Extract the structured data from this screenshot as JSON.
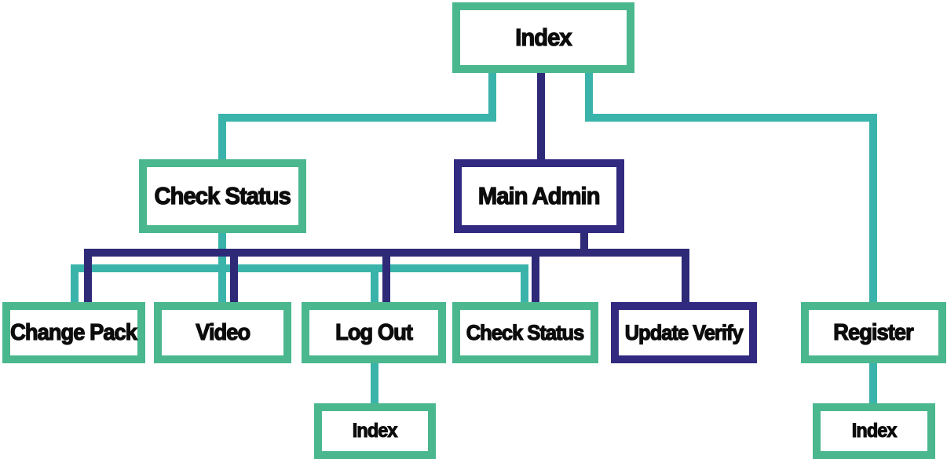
{
  "diagram": {
    "type": "sitemap-flowchart",
    "background": "#ffffff",
    "colors": {
      "teal_box_border": "#4ab78f",
      "teal_connector": "#3ab4aa",
      "navy_box_border": "#312a80",
      "navy_connector": "#2e2a78",
      "label_text": "#0c0c0c"
    },
    "nodes": {
      "index_top": {
        "label": "Index",
        "variant": "teal"
      },
      "check_status_1": {
        "label": "Check Status",
        "variant": "teal"
      },
      "main_admin": {
        "label": "Main Admin",
        "variant": "navy"
      },
      "change_pack": {
        "label": "Change Pack",
        "variant": "teal"
      },
      "video": {
        "label": "Video",
        "variant": "teal"
      },
      "log_out": {
        "label": "Log Out",
        "variant": "teal"
      },
      "check_status_2": {
        "label": "Check Status",
        "variant": "teal"
      },
      "update_verify": {
        "label": "Update Verify",
        "variant": "navy"
      },
      "register": {
        "label": "Register",
        "variant": "teal"
      },
      "index_under_logout": {
        "label": "Index",
        "variant": "teal"
      },
      "index_under_register": {
        "label": "Index",
        "variant": "teal"
      }
    },
    "edges": [
      {
        "from": "Index",
        "to": "Check Status",
        "color": "teal"
      },
      {
        "from": "Index",
        "to": "Main Admin",
        "color": "navy"
      },
      {
        "from": "Index",
        "to": "Register",
        "color": "teal"
      },
      {
        "from": "Check Status",
        "to": "Change Pack",
        "color": "teal"
      },
      {
        "from": "Check Status",
        "to": "Video",
        "color": "teal"
      },
      {
        "from": "Check Status",
        "to": "Log Out",
        "color": "teal"
      },
      {
        "from": "Check Status",
        "to": "Check Status (level 2)",
        "color": "teal"
      },
      {
        "from": "Main Admin",
        "to": "Change Pack",
        "color": "navy"
      },
      {
        "from": "Main Admin",
        "to": "Video",
        "color": "navy"
      },
      {
        "from": "Main Admin",
        "to": "Log Out",
        "color": "navy"
      },
      {
        "from": "Main Admin",
        "to": "Check Status (level 2)",
        "color": "navy"
      },
      {
        "from": "Main Admin",
        "to": "Update Verify",
        "color": "navy"
      },
      {
        "from": "Log Out",
        "to": "Index",
        "color": "teal"
      },
      {
        "from": "Register",
        "to": "Index",
        "color": "teal"
      }
    ]
  }
}
